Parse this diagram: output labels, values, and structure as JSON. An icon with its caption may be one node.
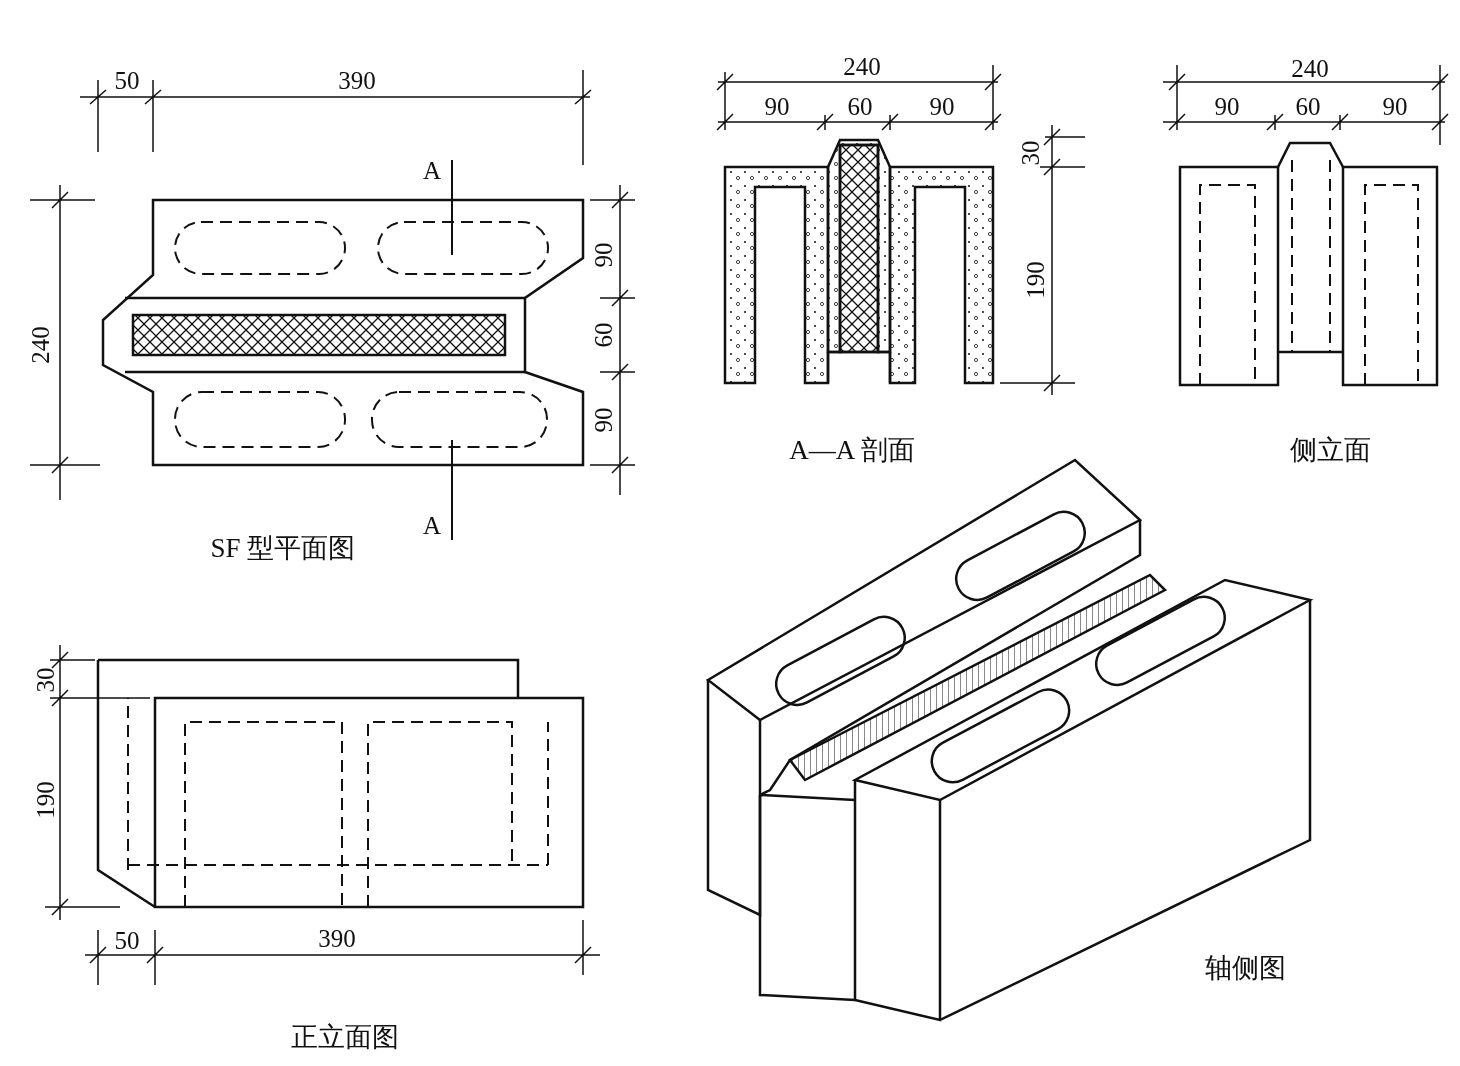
{
  "diagram": {
    "labels": [
      "50",
      "390",
      "A",
      "90",
      "240",
      "60",
      "90",
      "A",
      "SF 型平面图",
      "240",
      "90",
      "60",
      "90",
      "30",
      "190",
      "A—A 剖面",
      "240",
      "90",
      "60",
      "90",
      "侧立面",
      "30",
      "190",
      "50",
      "390",
      "正立面图",
      "轴侧图"
    ]
  }
}
